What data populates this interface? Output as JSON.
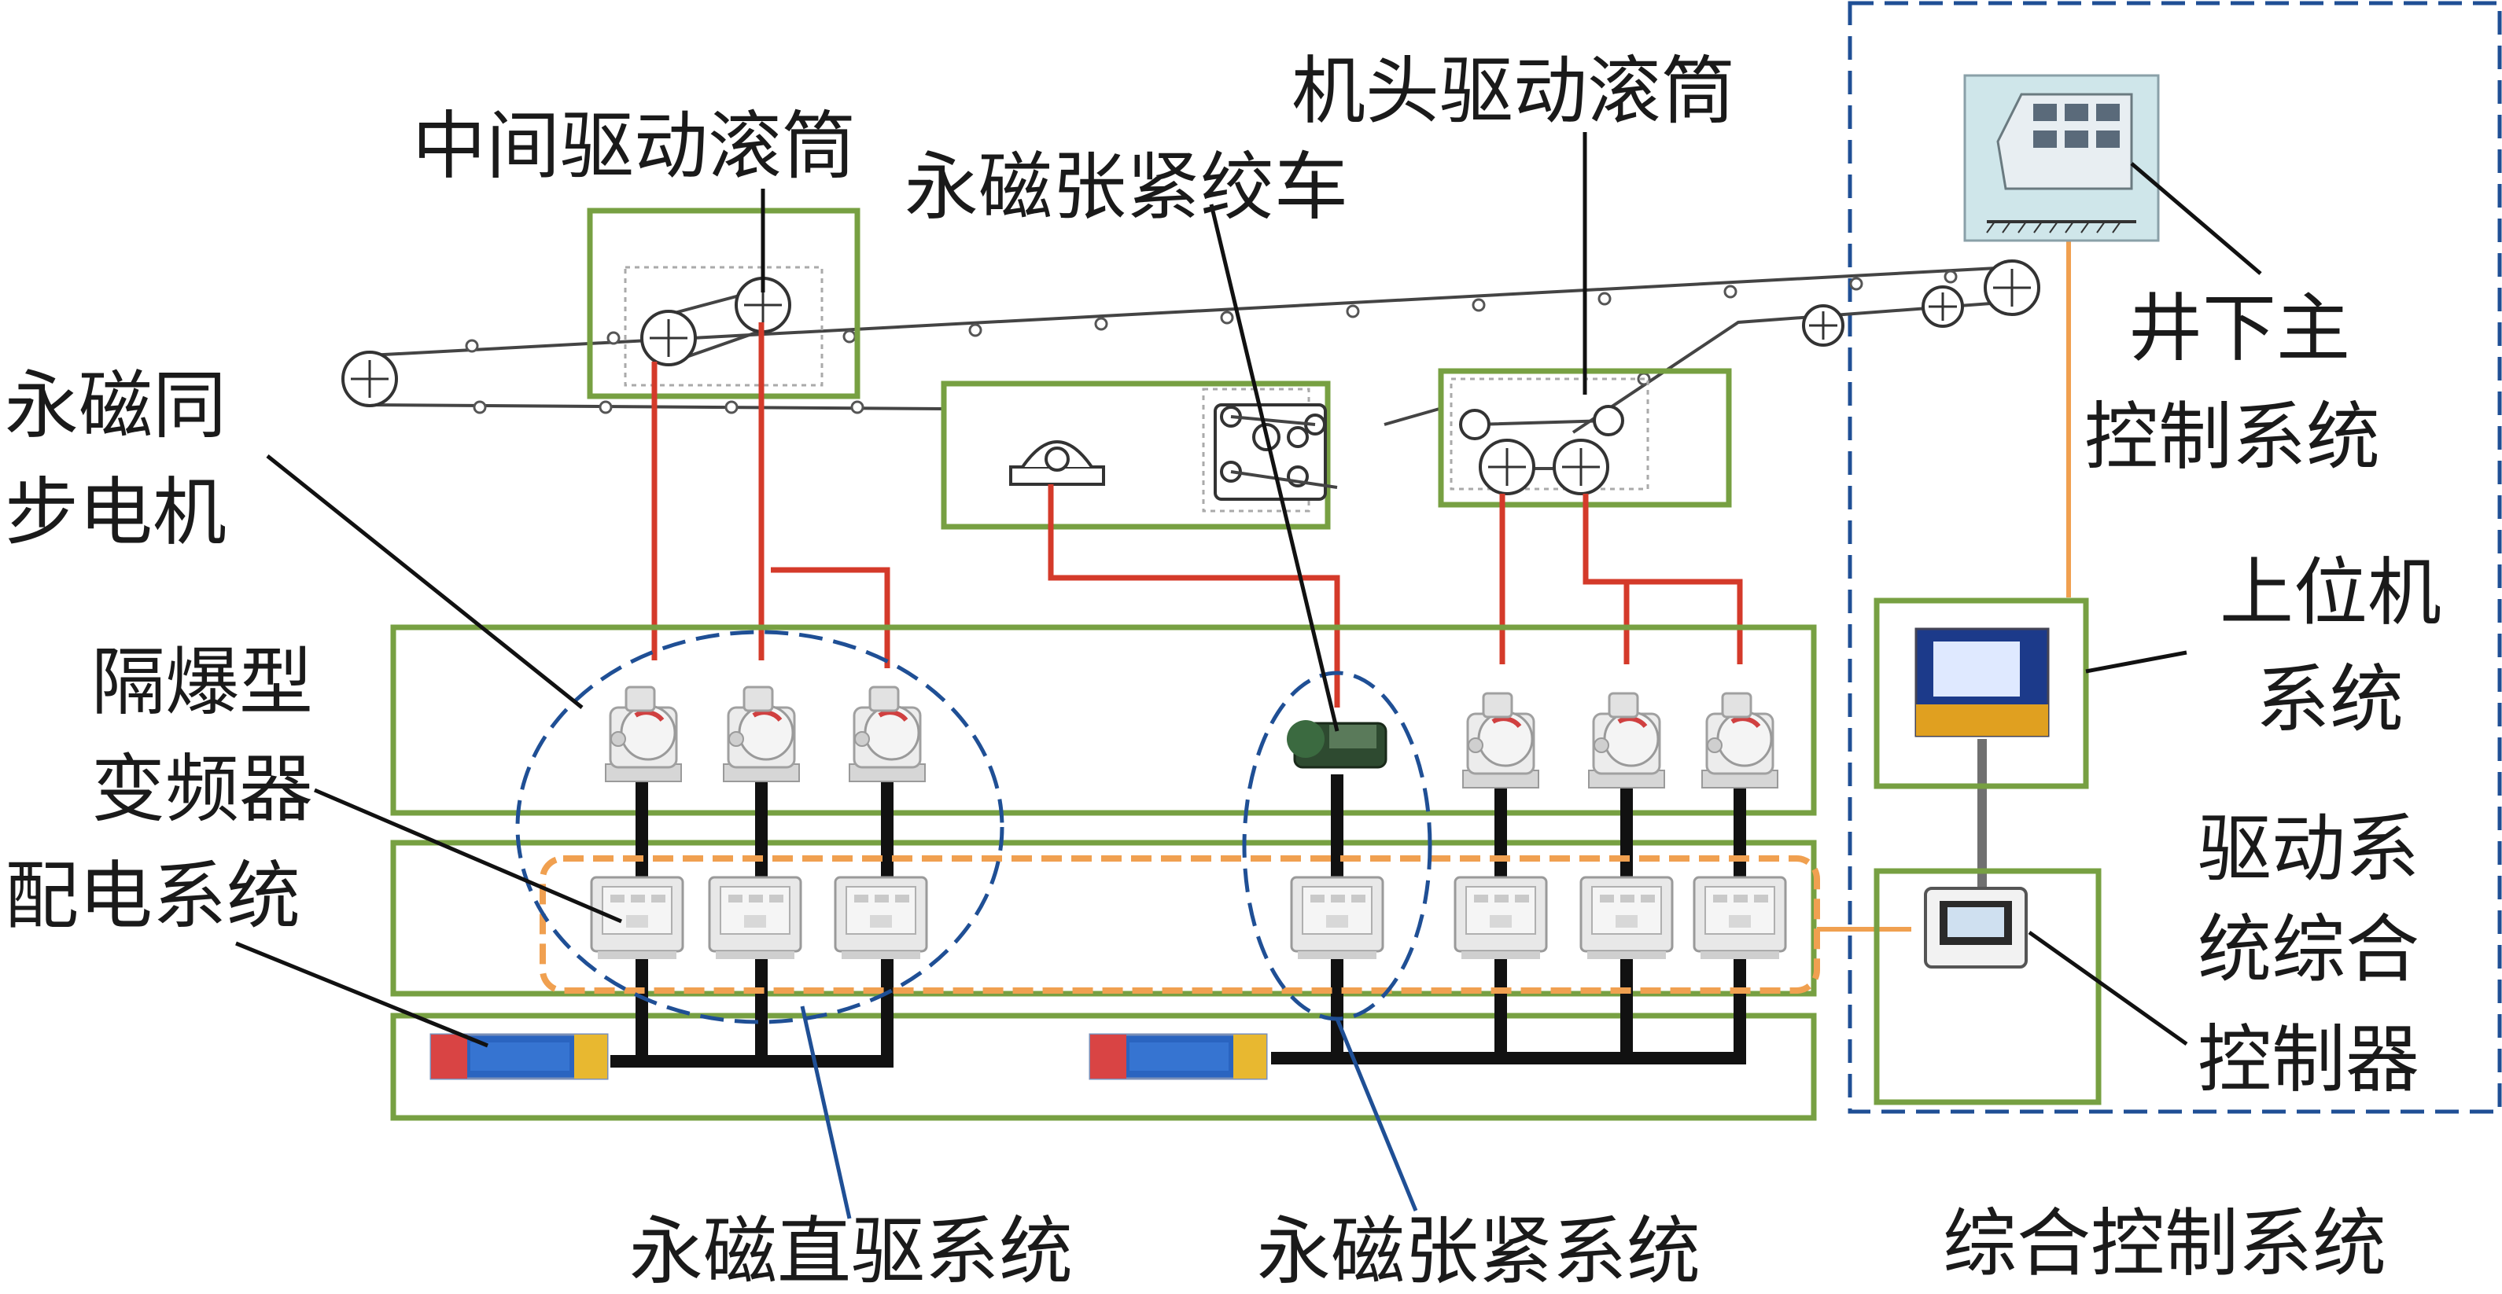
{
  "labels": {
    "middle_drive_drum": "中间驱动滚筒",
    "head_drive_drum": "机头驱动滚筒",
    "pm_tension_winch": "永磁张紧绞车",
    "pm_sync_motor_line1": "永磁同",
    "pm_sync_motor_line2": "步电机",
    "explosion_proof_vfd_line1": "隔爆型",
    "explosion_proof_vfd_line2": "变频器",
    "power_distribution_system": "配电系统",
    "underground_main_control_line1": "井下主",
    "underground_main_control_line2": "控制系统",
    "host_computer_line1": "上位机",
    "host_computer_line2": "系统",
    "drive_controller_line1": "驱动系",
    "drive_controller_line2": "统综合",
    "drive_controller_line3": "控制器",
    "pm_direct_drive_system": "永磁直驱系统",
    "pm_tension_system": "永磁张紧系统",
    "integrated_control_system": "综合控制系统"
  },
  "colors": {
    "frame_green": "#77a042",
    "power_red": "#d43a2a",
    "group_blue": "#1f4f95",
    "comm_orange": "#f0a050"
  },
  "icons": [
    "pulley-icon",
    "motor-icon",
    "winch-icon",
    "inverter-icon",
    "switchgear-icon",
    "control-console-icon",
    "host-computer-icon",
    "controller-icon"
  ]
}
